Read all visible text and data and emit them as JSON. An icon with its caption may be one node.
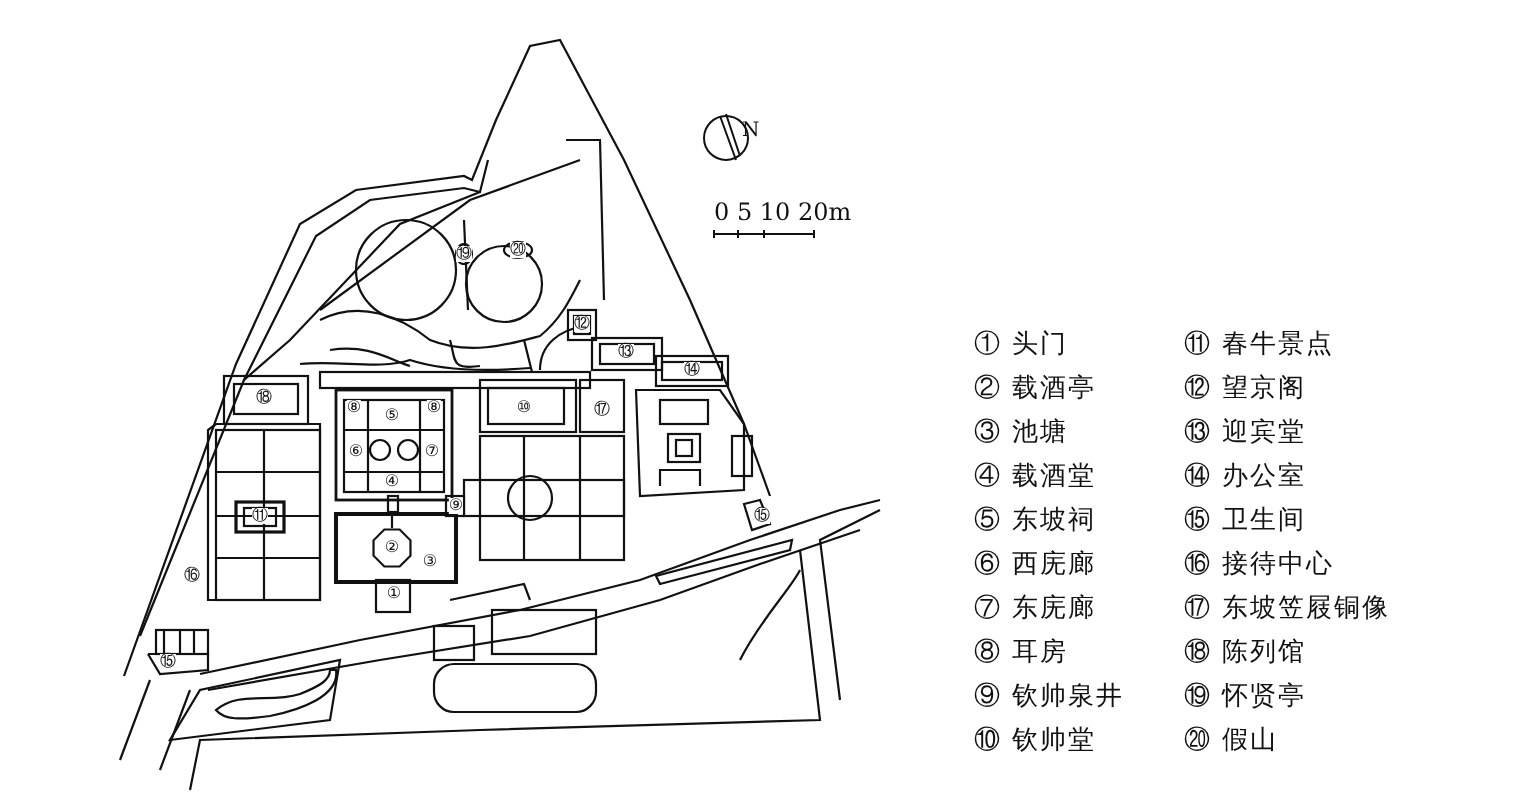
{
  "diagram": {
    "labels": [
      "N",
      "0 5 10 20m",
      "⑳",
      "⑲",
      "⑫",
      "⑬",
      "⑭",
      "⑱",
      "⑧",
      "⑧",
      "⑩",
      "⑰",
      "⑤",
      "⑥",
      "⑦",
      "④",
      "⑨",
      "⑪",
      "⑮",
      "②",
      "③",
      "⑯",
      "①",
      "⑮",
      "① 头门",
      "② 载酒亭",
      "③ 池塘",
      "④ 载酒堂",
      "⑤ 东坡祠",
      "⑥ 西庑廊",
      "⑦ 东庑廊",
      "⑧ 耳房",
      "⑨ 钦帅泉井",
      "⑩ 钦帅堂",
      "⑪ 春牛景点",
      "⑫ 望京阁",
      "⑬ 迎宾堂",
      "⑭ 办公室",
      "⑮ 卫生间",
      "⑯ 接待中心",
      "⑰ 东坡笠屐铜像",
      "⑱ 陈列馆",
      "⑲ 怀贤亭",
      "⑳ 假山"
    ]
  }
}
